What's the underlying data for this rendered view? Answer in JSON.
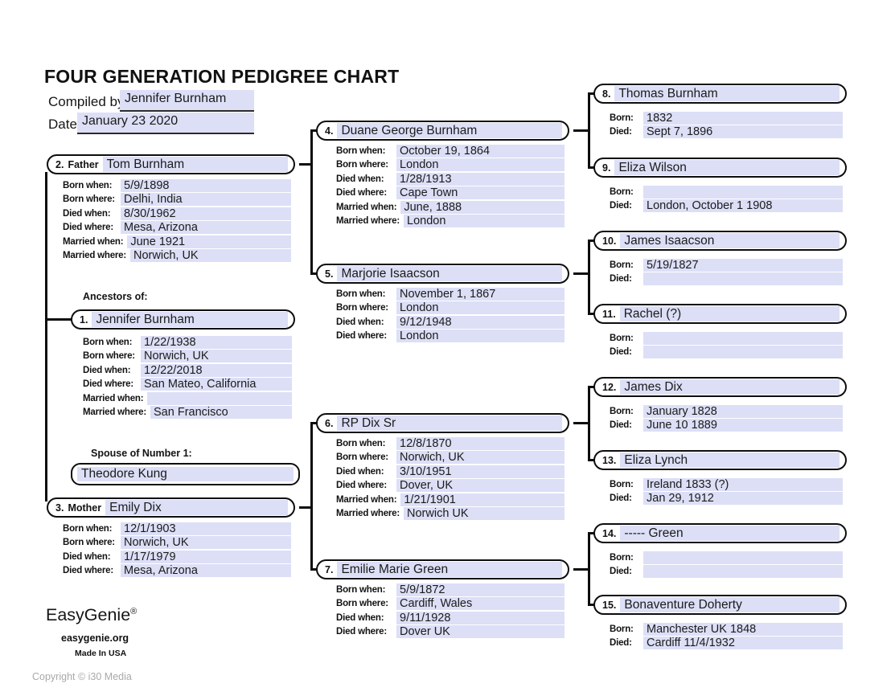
{
  "page": {
    "title": "FOUR GENERATION PEDIGREE CHART",
    "compiled_by_label": "Compiled by",
    "compiled_by_value": "Jennifer Burnham",
    "date_label": "Date",
    "date_value": "January 23 2020",
    "ancestors_label": "Ancestors of:",
    "spouse_label": "Spouse of Number 1:",
    "spouse_name": "Theodore Kung",
    "footer": {
      "brand": "EasyGenie",
      "brand_mark": "®",
      "site": "easygenie.org",
      "made_in": "Made In USA",
      "copyright": "Copyright © i30 Media"
    },
    "colors": {
      "field_bg": "#dcdff6",
      "line": "#0d0d0d"
    }
  },
  "persons": [
    {
      "number": "1.",
      "role": "",
      "name": "Jennifer Burnham",
      "fields": [
        {
          "label": "Born when:",
          "value": "1/22/1938"
        },
        {
          "label": "Born where:",
          "value": "Norwich, UK"
        },
        {
          "label": "Died when:",
          "value": "12/22/2018"
        },
        {
          "label": "Died where:",
          "value": "San Mateo, California"
        },
        {
          "label": "Married when:",
          "value": ""
        },
        {
          "label": "Married where:",
          "value": "San Francisco"
        }
      ]
    },
    {
      "number": "2.",
      "role": "Father",
      "name": "Tom Burnham",
      "fields": [
        {
          "label": "Born when:",
          "value": "5/9/1898"
        },
        {
          "label": "Born where:",
          "value": "Delhi, India"
        },
        {
          "label": "Died when:",
          "value": "8/30/1962"
        },
        {
          "label": "Died where:",
          "value": "Mesa, Arizona"
        },
        {
          "label": "Married when:",
          "value": "June 1921"
        },
        {
          "label": "Married where:",
          "value": "Norwich, UK"
        }
      ]
    },
    {
      "number": "3.",
      "role": "Mother",
      "name": "Emily Dix",
      "fields": [
        {
          "label": "Born when:",
          "value": "12/1/1903"
        },
        {
          "label": "Born where:",
          "value": "Norwich, UK"
        },
        {
          "label": "Died when:",
          "value": "1/17/1979"
        },
        {
          "label": "Died where:",
          "value": "Mesa, Arizona"
        }
      ]
    },
    {
      "number": "4.",
      "role": "",
      "name": "Duane George Burnham",
      "fields": [
        {
          "label": "Born when:",
          "value": "October 19, 1864"
        },
        {
          "label": "Born where:",
          "value": "London"
        },
        {
          "label": "Died when:",
          "value": "1/28/1913"
        },
        {
          "label": "Died where:",
          "value": "Cape Town"
        },
        {
          "label": "Married when:",
          "value": "June, 1888"
        },
        {
          "label": "Married where:",
          "value": "London"
        }
      ]
    },
    {
      "number": "5.",
      "role": "",
      "name": "Marjorie Isaacson",
      "fields": [
        {
          "label": "Born when:",
          "value": "November 1, 1867"
        },
        {
          "label": "Born where:",
          "value": "London"
        },
        {
          "label": "Died when:",
          "value": "9/12/1948"
        },
        {
          "label": "Died where:",
          "value": "London"
        }
      ]
    },
    {
      "number": "6.",
      "role": "",
      "name": "RP Dix Sr",
      "fields": [
        {
          "label": "Born when:",
          "value": "12/8/1870"
        },
        {
          "label": "Born where:",
          "value": "Norwich, UK"
        },
        {
          "label": "Died when:",
          "value": "3/10/1951"
        },
        {
          "label": "Died where:",
          "value": "Dover, UK"
        },
        {
          "label": "Married when:",
          "value": "1/21/1901"
        },
        {
          "label": "Married where:",
          "value": "Norwich UK"
        }
      ]
    },
    {
      "number": "7.",
      "role": "",
      "name": "Emilie Marie Green",
      "fields": [
        {
          "label": "Born when:",
          "value": "5/9/1872"
        },
        {
          "label": "Born where:",
          "value": "Cardiff, Wales"
        },
        {
          "label": "Died when:",
          "value": "9/11/1928"
        },
        {
          "label": "Died where:",
          "value": "Dover UK"
        }
      ]
    },
    {
      "number": "8.",
      "role": "",
      "name": "Thomas Burnham",
      "fields": [
        {
          "label": "Born:",
          "value": "1832"
        },
        {
          "label": "Died:",
          "value": "Sept 7, 1896"
        }
      ]
    },
    {
      "number": "9.",
      "role": "",
      "name": "Eliza Wilson",
      "fields": [
        {
          "label": "Born:",
          "value": ""
        },
        {
          "label": "Died:",
          "value": "London, October 1 1908"
        }
      ]
    },
    {
      "number": "10.",
      "role": "",
      "name": "James Isaacson",
      "fields": [
        {
          "label": "Born:",
          "value": "5/19/1827"
        },
        {
          "label": "Died:",
          "value": ""
        }
      ]
    },
    {
      "number": "11.",
      "role": "",
      "name": "Rachel (?)",
      "fields": [
        {
          "label": "Born:",
          "value": ""
        },
        {
          "label": "Died:",
          "value": ""
        }
      ]
    },
    {
      "number": "12.",
      "role": "",
      "name": "James Dix",
      "fields": [
        {
          "label": "Born:",
          "value": "January 1828"
        },
        {
          "label": "Died:",
          "value": "June 10 1889"
        }
      ]
    },
    {
      "number": "13.",
      "role": "",
      "name": "Eliza Lynch",
      "fields": [
        {
          "label": "Born:",
          "value": "Ireland 1833 (?)"
        },
        {
          "label": "Died:",
          "value": "Jan 29, 1912"
        }
      ]
    },
    {
      "number": "14.",
      "role": "",
      "name": "----- Green",
      "fields": [
        {
          "label": "Born:",
          "value": ""
        },
        {
          "label": "Died:",
          "value": ""
        }
      ]
    },
    {
      "number": "15.",
      "role": "",
      "name": "Bonaventure Doherty",
      "fields": [
        {
          "label": "Born:",
          "value": "Manchester UK 1848"
        },
        {
          "label": "Died:",
          "value": "Cardiff 11/4/1932"
        }
      ]
    }
  ]
}
